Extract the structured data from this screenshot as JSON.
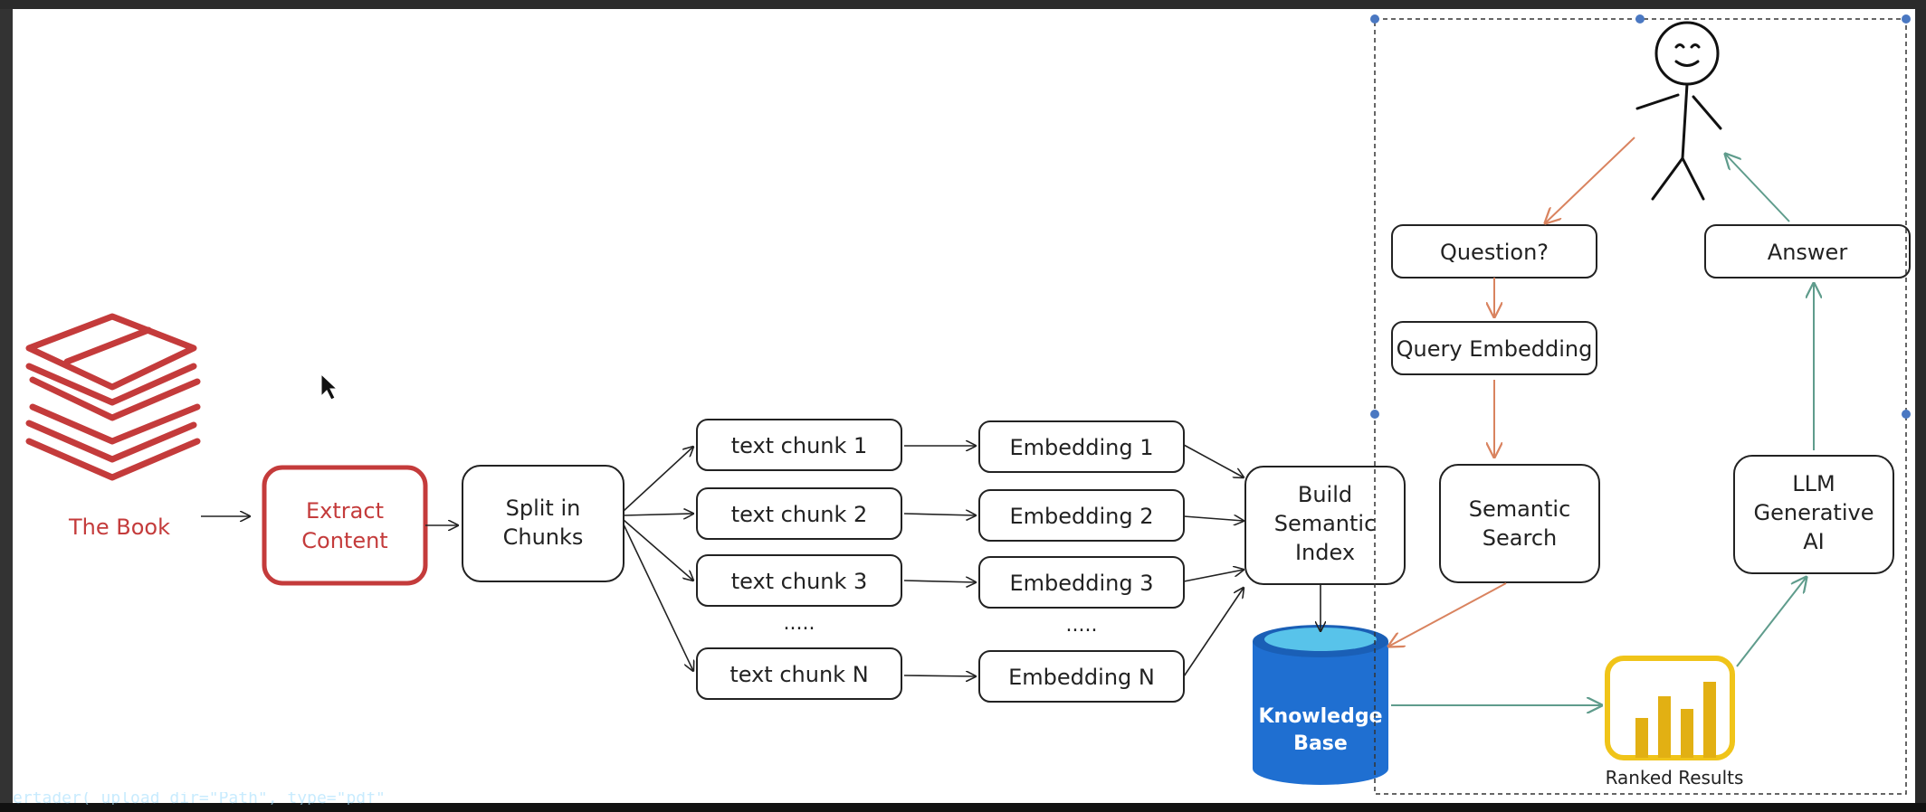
{
  "code_strip": "ertader( upload_dir=\"Path\", type=\"pdf\"",
  "book": {
    "label": "The Book"
  },
  "extract": {
    "label_line1": "Extract",
    "label_line2": "Content"
  },
  "split": {
    "label_line1": "Split in",
    "label_line2": "Chunks"
  },
  "chunks": [
    {
      "label": "text chunk 1"
    },
    {
      "label": "text chunk 2"
    },
    {
      "label": "text chunk 3"
    },
    {
      "label": "text chunk N"
    }
  ],
  "chunk_ellipsis": ".....",
  "embeddings": [
    {
      "label": "Embedding 1"
    },
    {
      "label": "Embedding 2"
    },
    {
      "label": "Embedding 3"
    },
    {
      "label": "Embedding N"
    }
  ],
  "embedding_ellipsis": ".....",
  "index": {
    "label_line1": "Build",
    "label_line2": "Semantic",
    "label_line3": "Index"
  },
  "knowledge_base": {
    "label_line1": "Knowledge",
    "label_line2": "Base"
  },
  "question": {
    "label": "Question?"
  },
  "query_embedding": {
    "label": "Query Embedding"
  },
  "semantic_search": {
    "label_line1": "Semantic",
    "label_line2": "Search"
  },
  "answer": {
    "label": "Answer"
  },
  "llm": {
    "label_line1": "LLM",
    "label_line2": "Generative",
    "label_line3": "AI"
  },
  "ranked": {
    "label": "Ranked Results"
  },
  "colors": {
    "red": "#c43b3b",
    "orange_arrow": "#d9835f",
    "green_arrow": "#5f9c8c",
    "db_blue": "#1f6fd1",
    "db_top": "#58c3ea",
    "chart_yellow": "#f0c419"
  }
}
